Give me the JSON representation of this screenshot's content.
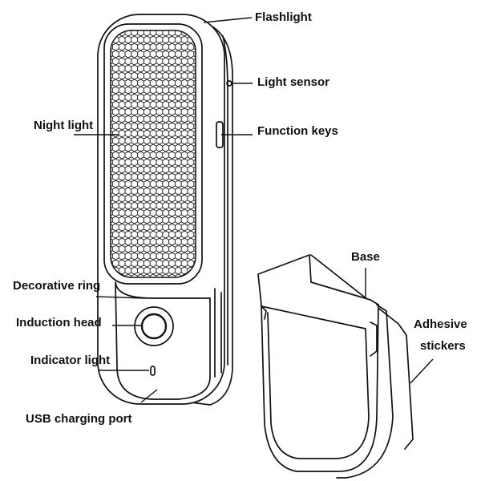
{
  "labels": {
    "flashlight": "Flashlight",
    "light_sensor": "Light sensor",
    "night_light": "Night light",
    "function_keys": "Function keys",
    "base": "Base",
    "decorative_ring": "Decorative ring",
    "induction_head": "Induction head",
    "adhesive_stickers_line1": "Adhesive",
    "adhesive_stickers_line2": "stickers",
    "indicator_light": "Indicator light",
    "usb_charging_port": "USB charging port"
  },
  "colors": {
    "line": "#111111",
    "background": "#ffffff"
  }
}
